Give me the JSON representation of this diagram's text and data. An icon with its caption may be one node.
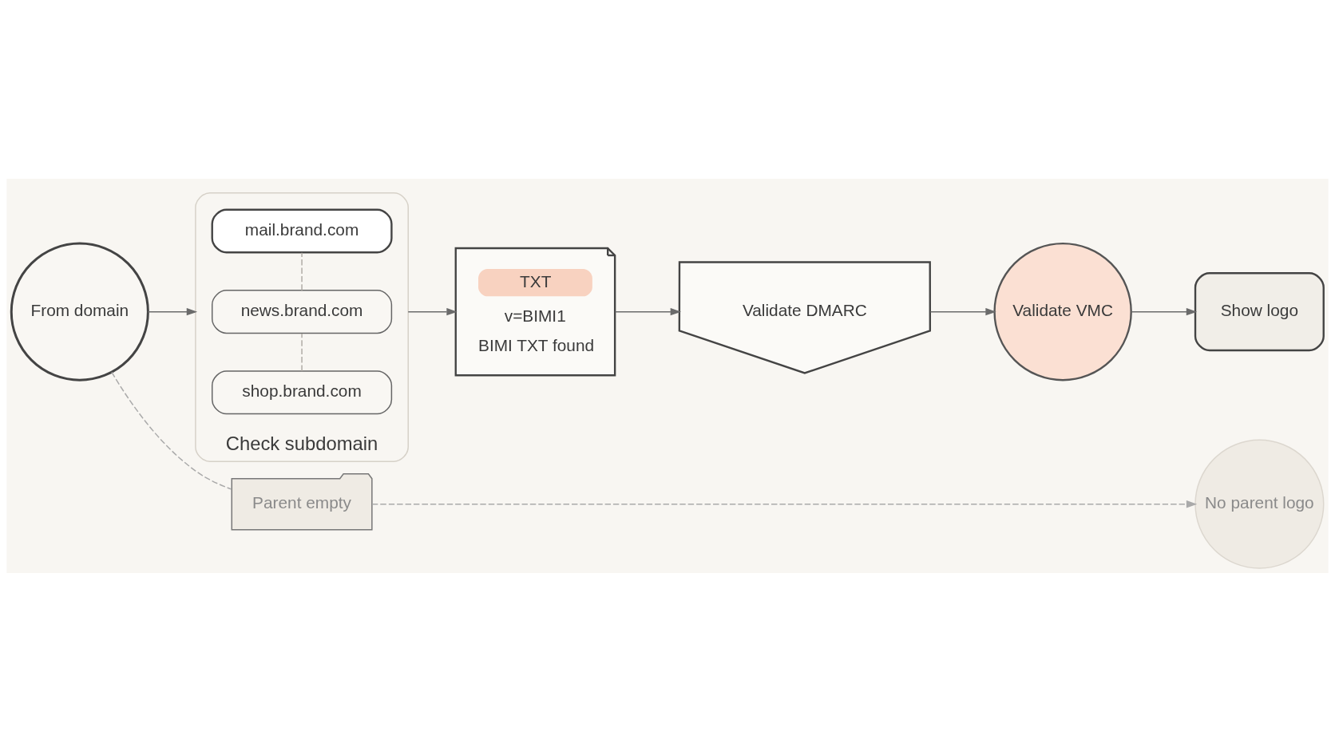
{
  "diagram": {
    "nodes": [
      {
        "text": [
          "From domain"
        ]
      },
      {
        "text": [
          "Check subdomain"
        ]
      },
      {
        "text": [
          "mail.brand.com"
        ],
        "in": 1
      },
      {
        "text": [
          "news.brand.com"
        ],
        "in": 1
      },
      {
        "text": [
          "shop.brand.com"
        ],
        "in": 1
      },
      {
        "text": [
          "TXT",
          "v=BIMI1",
          "BIMI TXT found"
        ]
      },
      {
        "text": [
          "Validate DMARC"
        ]
      },
      {
        "text": [
          "Validate VMC"
        ]
      },
      {
        "text": [
          "Show logo"
        ]
      },
      {
        "text": [
          "Parent empty"
        ]
      },
      {
        "text": [
          "No parent logo"
        ]
      }
    ],
    "edges": [
      {
        "from": 0,
        "to": 1,
        "arrow": "to"
      },
      {
        "from": 3,
        "to": 2,
        "arrow": "none",
        "style": "dashed",
        "color": "#b0aca6"
      },
      {
        "from": 4,
        "to": 3,
        "arrow": "none",
        "style": "dashed",
        "color": "#b0aca6"
      },
      {
        "from": 1,
        "to": 5,
        "arrow": "to"
      },
      {
        "from": 5,
        "to": 6,
        "arrow": "to"
      },
      {
        "from": 6,
        "to": 7,
        "arrow": "to"
      },
      {
        "from": 7,
        "to": 8,
        "arrow": "to"
      },
      {
        "from": 0,
        "to": 9,
        "arrow": "none",
        "style": "dashed",
        "color": "#aaaaaa"
      },
      {
        "from": 9,
        "to": 10,
        "arrow": "to",
        "style": "dashed",
        "color": "#aaaaaa"
      }
    ]
  }
}
